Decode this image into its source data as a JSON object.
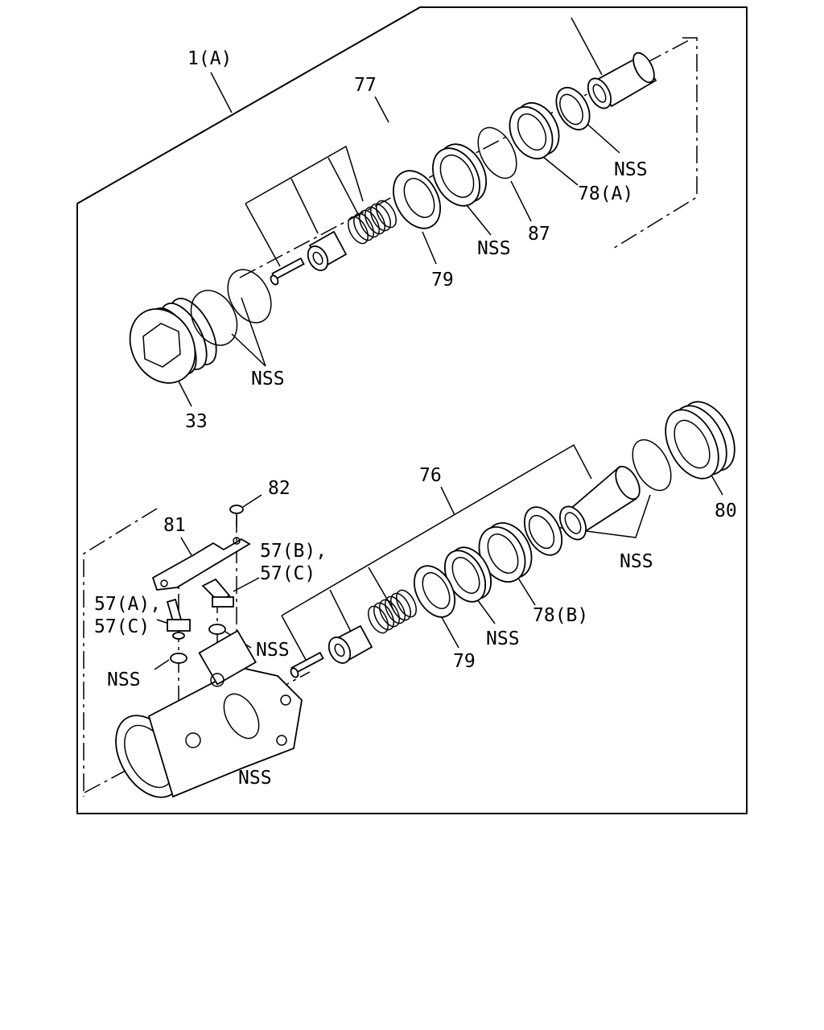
{
  "labels": {
    "assembly": "1(A)",
    "kit_upper": "77",
    "kit_lower": "76",
    "nss": "NSS",
    "p33": "33",
    "p79": "79",
    "p87": "87",
    "p78a": "78(A)",
    "p78b": "78(B)",
    "p80": "80",
    "p81": "81",
    "p82": "82",
    "p57b": "57(B),",
    "p57c": "57(C)",
    "p57a": "57(A),"
  },
  "colors": {
    "line": "#000000",
    "background": "#ffffff"
  }
}
